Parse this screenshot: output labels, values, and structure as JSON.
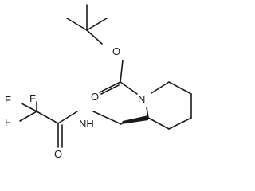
{
  "molecule": {
    "atoms": {
      "carbamate_o": "O",
      "carbonyl_o_top": "O",
      "ring_n": "N",
      "amide_nh": "NH",
      "fluorine_1": "F",
      "fluorine_2": "F",
      "fluorine_3": "F",
      "amide_o": "O"
    },
    "stereo": "wedge"
  }
}
